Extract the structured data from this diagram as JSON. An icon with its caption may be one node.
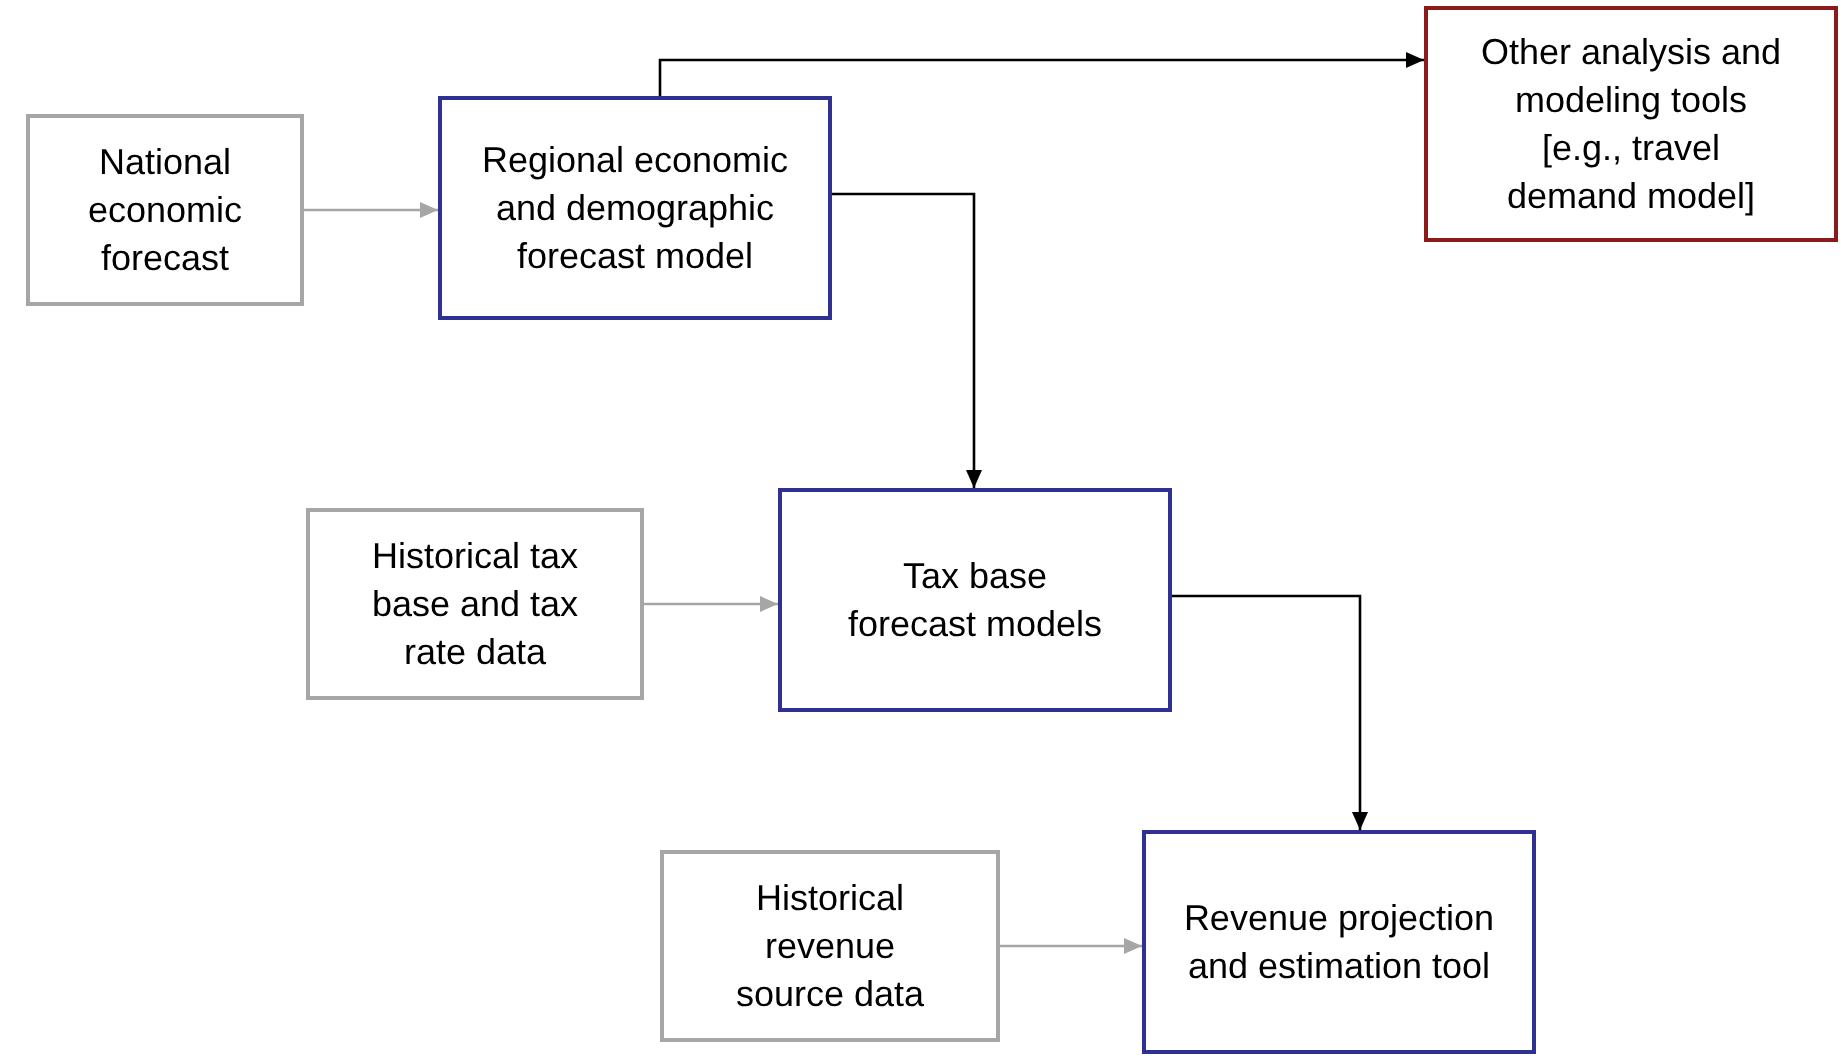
{
  "diagram": {
    "nodes": [
      {
        "text": [
          "National economic forecast"
        ]
      },
      {
        "text": [
          "Regional economic and demographic forecast model"
        ]
      },
      {
        "text": [
          "Other analysis and modeling tools [e.g., travel demand model]"
        ]
      },
      {
        "text": [
          "Historical tax base and tax rate data"
        ]
      },
      {
        "text": [
          "Tax base forecast models"
        ]
      },
      {
        "text": [
          "Historical revenue source data"
        ]
      },
      {
        "text": [
          "Revenue projection and estimation tool"
        ]
      }
    ],
    "edges": [
      {
        "from": 0,
        "to": 1,
        "arrow": "to",
        "color": "#a6a6a6"
      },
      {
        "from": 1,
        "to": 2,
        "arrow": "to",
        "color": "#000000"
      },
      {
        "from": 1,
        "to": 4,
        "arrow": "to",
        "color": "#000000"
      },
      {
        "from": 3,
        "to": 4,
        "arrow": "to",
        "color": "#a6a6a6"
      },
      {
        "from": 4,
        "to": 6,
        "arrow": "to",
        "color": "#000000"
      },
      {
        "from": 5,
        "to": 6,
        "arrow": "to",
        "color": "#a6a6a6"
      }
    ]
  }
}
